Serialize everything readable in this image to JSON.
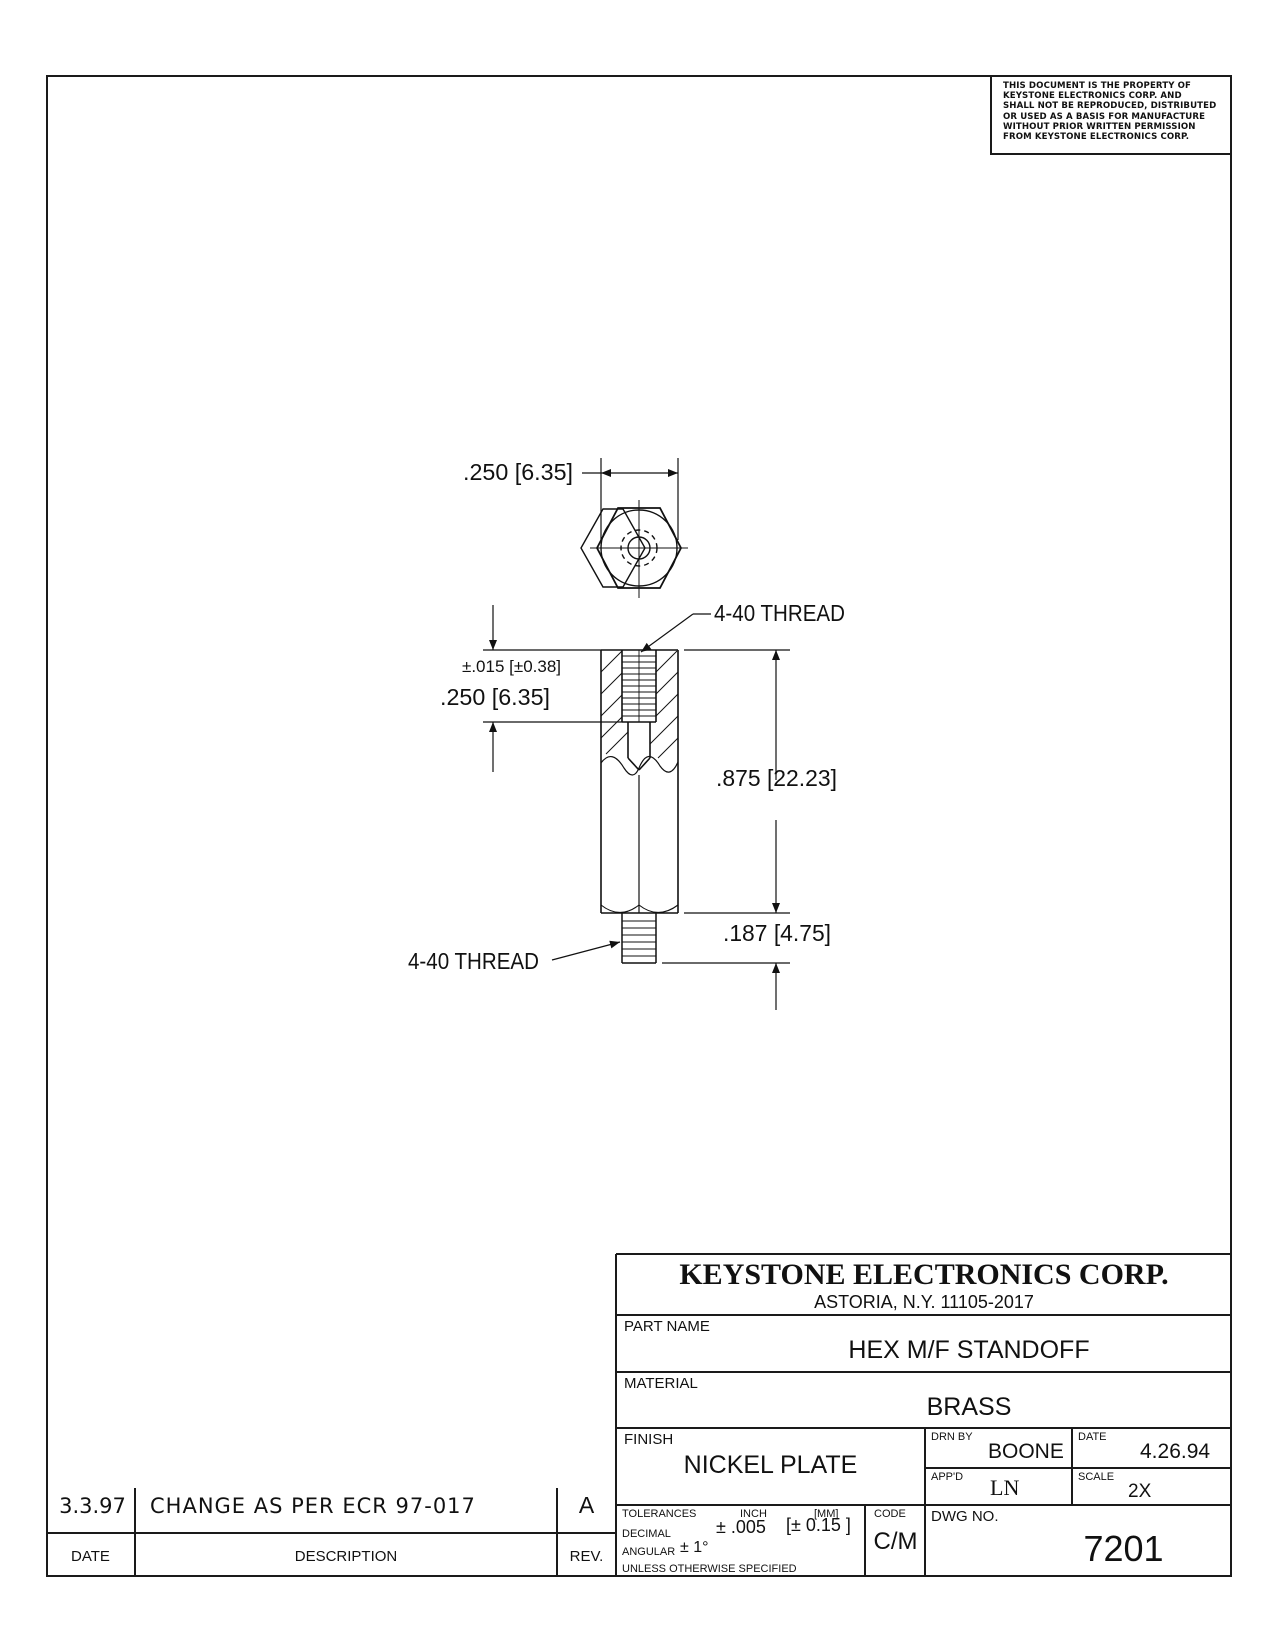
{
  "notice": {
    "lines": [
      "THIS DOCUMENT IS THE PROPERTY OF",
      "KEYSTONE ELECTRONICS CORP. AND",
      "SHALL NOT BE REPRODUCED, DISTRIBUTED",
      "OR USED AS A BASIS FOR MANUFACTURE",
      "WITHOUT PRIOR WRITTEN PERMISSION",
      "FROM KEYSTONE ELECTRONICS CORP."
    ]
  },
  "dimensions": {
    "hex_width": ".250 [6.35]",
    "thread_top": "4-40 THREAD",
    "tolerance": "±.015 [±0.38]",
    "thread_depth": ".250 [6.35]",
    "body_length": ".875 [22.23]",
    "stud_length": ".187 [4.75]",
    "thread_bottom": "4-40 THREAD"
  },
  "title_block": {
    "company": "KEYSTONE ELECTRONICS CORP.",
    "address": "ASTORIA, N.Y. 11105-2017",
    "part_name_label": "PART NAME",
    "part_name": "HEX M/F STANDOFF",
    "material_label": "MATERIAL",
    "material": "BRASS",
    "finish_label": "FINISH",
    "finish": "NICKEL PLATE",
    "drn_by_label": "DRN BY",
    "drn_by": "BOONE",
    "date_label": "DATE",
    "date": "4.26.94",
    "appd_label": "APP'D",
    "appd": "LN",
    "scale_label": "SCALE",
    "scale": "2X",
    "tolerances_label": "TOLERANCES",
    "inch_label": "INCH",
    "mm_label": "[MM]",
    "code_label": "CODE",
    "code": "C/M",
    "decimal_label": "DECIMAL",
    "decimal_inch": "± .005",
    "decimal_mm": "[± 0.15 ]",
    "angular_label": "ANGULAR",
    "angular": "± 1°",
    "unless": "UNLESS OTHERWISE SPECIFIED",
    "dwg_no_label": "DWG NO.",
    "dwg_no": "7201"
  },
  "revision": {
    "date": "3.3.97",
    "description": "CHANGE AS PER ECR 97-017",
    "rev": "A",
    "date_header": "DATE",
    "description_header": "DESCRIPTION",
    "rev_header": "REV."
  }
}
